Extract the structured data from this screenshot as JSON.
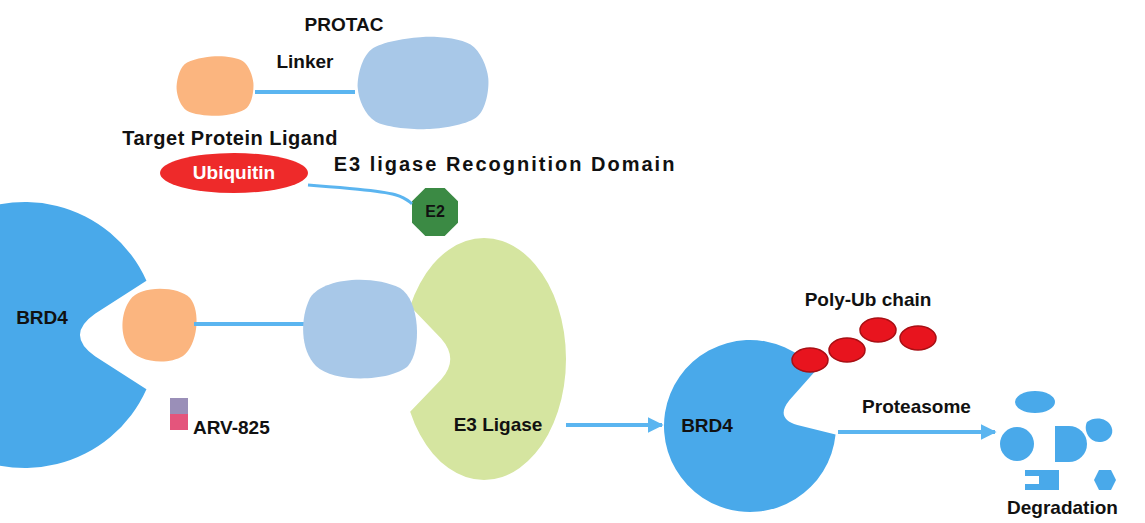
{
  "diagram": {
    "title": "PROTAC",
    "nodes": [
      {
        "text": [
          "Target Protein Ligand"
        ]
      },
      {
        "text": [
          "E3 ligase Recognition Domain"
        ]
      },
      {
        "text": [
          "Ubiquitin"
        ]
      },
      {
        "text": [
          "E2"
        ]
      },
      {
        "text": [
          "BRD4"
        ]
      },
      {
        "text": [
          "E3 Ligase"
        ]
      },
      {
        "text": [
          "BRD4"
        ]
      },
      {
        "text": [
          "Degradation"
        ]
      }
    ],
    "edges": [
      {
        "from": 0,
        "to": 1,
        "label": "Linker",
        "arrow": "none"
      },
      {
        "from": 2,
        "to": 3,
        "arrow": "none"
      },
      {
        "from": 5,
        "to": 6,
        "arrow": "to"
      },
      {
        "from": 6,
        "to": 7,
        "label": "Proteasome",
        "arrow": "to"
      }
    ],
    "labels": [
      "ARV-825",
      "Poly-Ub chain"
    ]
  }
}
